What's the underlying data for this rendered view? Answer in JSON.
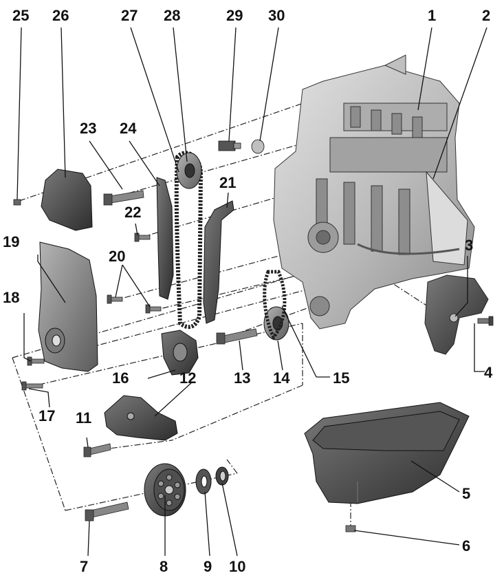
{
  "diagram": {
    "callouts": [
      {
        "id": "1",
        "text": "1"
      },
      {
        "id": "2",
        "text": "2"
      },
      {
        "id": "3",
        "text": "3"
      },
      {
        "id": "4",
        "text": "4"
      },
      {
        "id": "5",
        "text": "5"
      },
      {
        "id": "6",
        "text": "6"
      },
      {
        "id": "7",
        "text": "7"
      },
      {
        "id": "8",
        "text": "8"
      },
      {
        "id": "9",
        "text": "9"
      },
      {
        "id": "10",
        "text": "10"
      },
      {
        "id": "11",
        "text": "11"
      },
      {
        "id": "12",
        "text": "12"
      },
      {
        "id": "13",
        "text": "13"
      },
      {
        "id": "14",
        "text": "14"
      },
      {
        "id": "15",
        "text": "15"
      },
      {
        "id": "16",
        "text": "16"
      },
      {
        "id": "17",
        "text": "17"
      },
      {
        "id": "18",
        "text": "18"
      },
      {
        "id": "19",
        "text": "19"
      },
      {
        "id": "20",
        "text": "20"
      },
      {
        "id": "21",
        "text": "21"
      },
      {
        "id": "22",
        "text": "22"
      },
      {
        "id": "23",
        "text": "23"
      },
      {
        "id": "24",
        "text": "24"
      },
      {
        "id": "25",
        "text": "25"
      },
      {
        "id": "26",
        "text": "26"
      },
      {
        "id": "27",
        "text": "27"
      },
      {
        "id": "28",
        "text": "28"
      },
      {
        "id": "29",
        "text": "29"
      },
      {
        "id": "30",
        "text": "30"
      }
    ],
    "colors": {
      "background": "#ffffff",
      "part_light": "#c9c9c9",
      "part_mid": "#9a9a9a",
      "part_dark": "#4a4a4a",
      "leader": "#111111"
    }
  }
}
